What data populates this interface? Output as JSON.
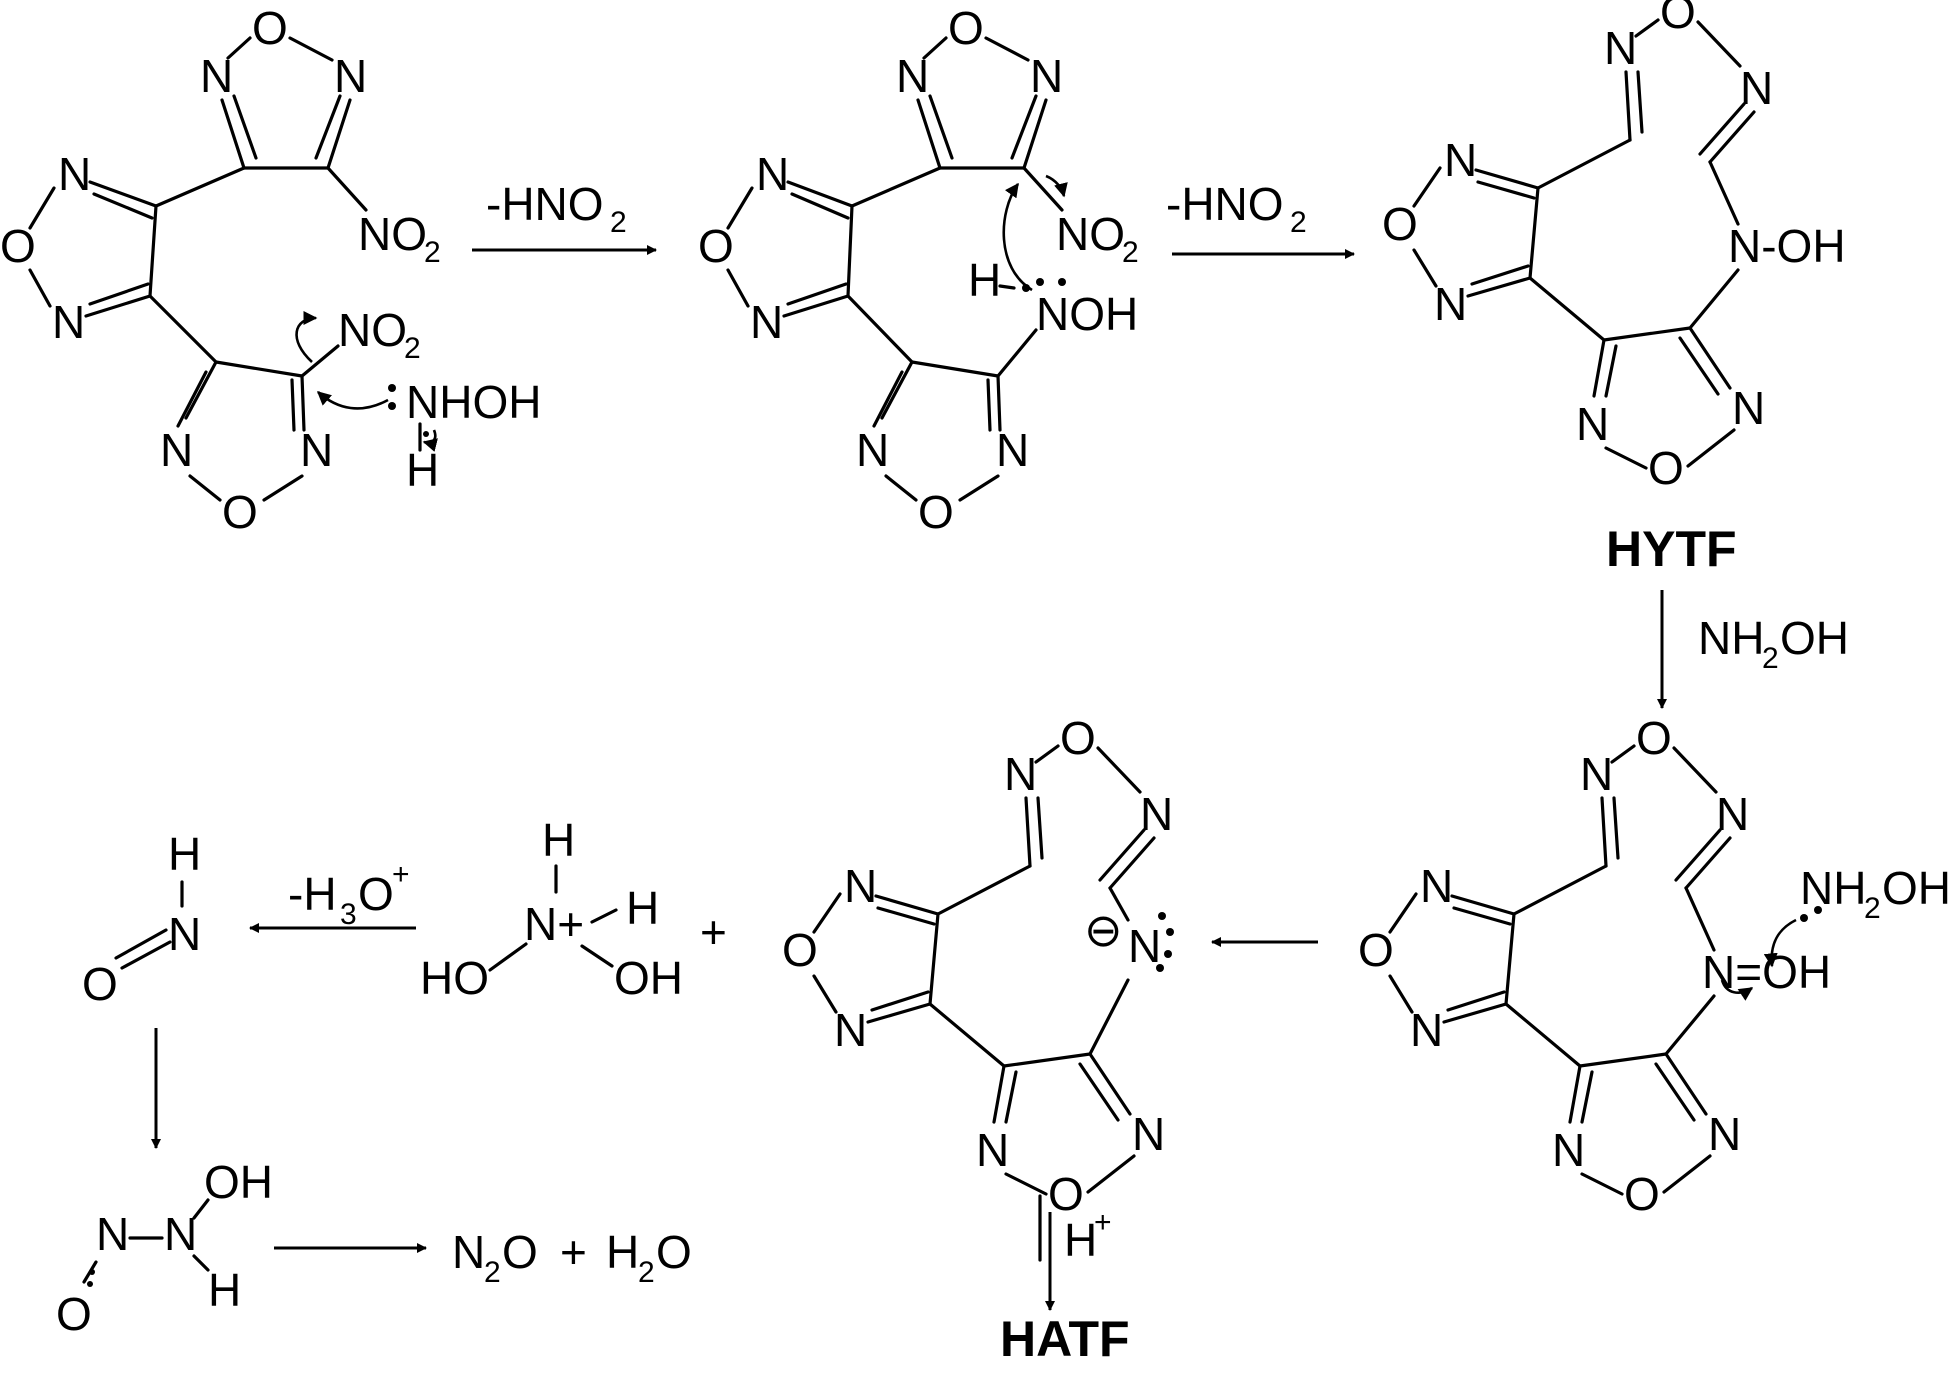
{
  "reagents": {
    "step1": "-HNO",
    "step1_sub": "2",
    "step2": "-HNO",
    "step2_sub": "2",
    "nh2oh_a": "NH",
    "nh2oh_sub": "2",
    "nh2oh_b": "OH",
    "h3o_a": "-H",
    "h3o_sub": "3",
    "h3o_b": "O",
    "h3o_sup": "+",
    "h_plus": "H",
    "h_plus_sup": "+",
    "plus": "+"
  },
  "compounds": {
    "hytf": "HYTF",
    "hatf": "HATF"
  },
  "atoms": {
    "N": "N",
    "O": "O",
    "H": "H",
    "NO": "NO",
    "sub2": "2",
    "NHOH": "NHOH",
    "NOH": "NOH",
    "N_OH": "N-OH",
    "OH": "OH",
    "HO": "HO",
    "NH": "NH",
    "N_plus": "N+",
    "N_eq_OH": "N=OH",
    "minus": "⊖",
    "N2O_a": "N",
    "N2O_b": "O",
    "H2O_a": "H",
    "H2O_b": "O",
    "plus": "+"
  }
}
